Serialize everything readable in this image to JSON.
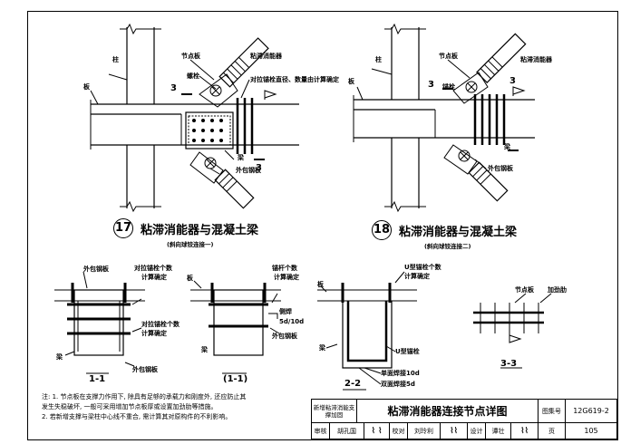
{
  "fig17": {
    "labels": {
      "column": "柱",
      "plate": "板",
      "node_plate": "节点板",
      "damper": "粘滞消能器",
      "bolt": "螺栓",
      "bolt_note": "对拉锚栓直径、数量由计算确定",
      "beam": "梁",
      "outer_steel": "外包钢板",
      "section_mark": "3"
    },
    "number": "17",
    "caption": "粘滞消能器与混凝土梁",
    "sub": "(斜向球铰连接一)"
  },
  "fig18": {
    "labels": {
      "column": "柱",
      "plate": "板",
      "node_plate": "节点板",
      "damper": "粘滞消能器",
      "bolt": "锚栓",
      "beam": "梁",
      "outer_steel": "外包钢板",
      "section_mark": "3"
    },
    "number": "18",
    "caption": "粘滞消能器与混凝土梁",
    "sub": "(斜向球铰连接二)"
  },
  "sec11": {
    "title": "1-1",
    "labels": {
      "outer_steel_top": "外包钢板",
      "bolt_count": "对拉锚栓个数",
      "calc": "计算确定",
      "bolt_count2": "对拉锚栓个数",
      "calc2": "计算确定",
      "beam": "梁",
      "outer_steel_bottom": "外包钢板"
    }
  },
  "sec11b": {
    "title": "(1-1)",
    "labels": {
      "plate": "板",
      "bolt_count": "锚杆个数",
      "calc": "计算确定",
      "side_weld": "侧焊",
      "weld_size": "5d/10d",
      "outer_steel": "外包钢板",
      "beam": "梁"
    }
  },
  "sec22": {
    "title": "2-2",
    "labels": {
      "u_bolt_count": "U型锚栓个数",
      "calc": "计算确定",
      "plate": "板",
      "beam": "梁",
      "u_bolt": "U型锚栓",
      "single_weld": "单面焊接10d",
      "double_weld": "双面焊接5d"
    }
  },
  "sec33": {
    "title": "3-3",
    "labels": {
      "node_plate": "节点板",
      "stiffener": "加劲肋"
    }
  },
  "notes": [
    "注: 1. 节点板在支撑力作用下, 除具有足够的承载力和刚度外, 还应防止其",
    "       发生失稳破坏, 一般可采用增加节点板厚或设置加劲肋等措施。",
    "    2. 若新增支撑与梁柱中心线不重合, 需计算其对原构件的不利影响。"
  ],
  "titleblock": {
    "left_title": "新增粘滞消能支撑加固",
    "main_title": "粘滞消能器连接节点详图",
    "atlas_label": "图集号",
    "atlas_no": "12G619-2",
    "review": "审核",
    "reviewer": "胡孔国",
    "check": "校对",
    "checker": "刘玲利",
    "design": "设计",
    "designer": "谭壮",
    "page_label": "页",
    "page_no": "105"
  }
}
